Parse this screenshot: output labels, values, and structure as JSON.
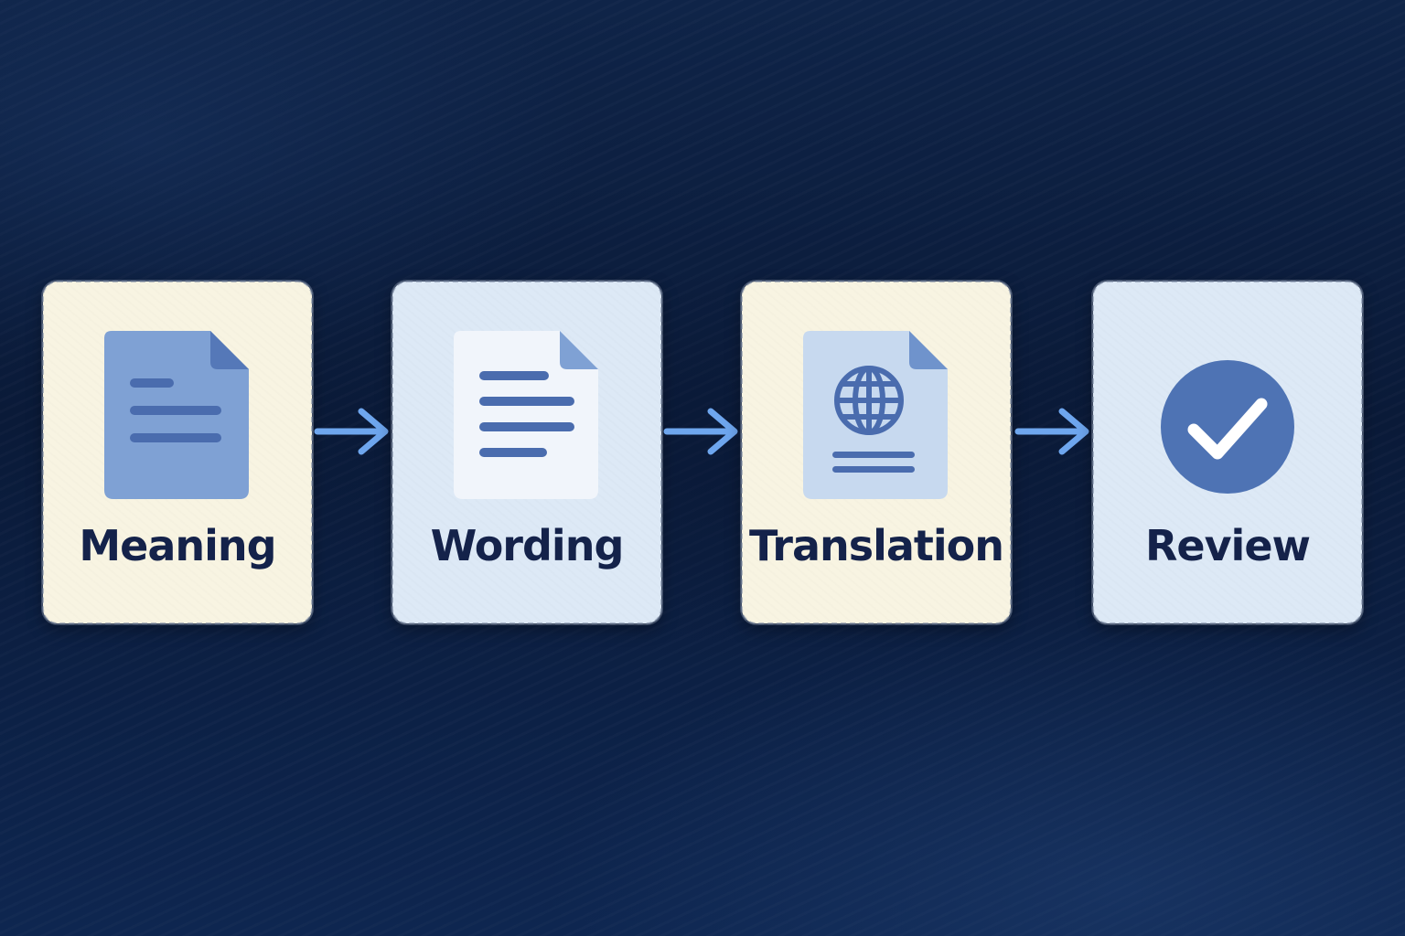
{
  "steps": [
    {
      "label": "Meaning",
      "icon": "document-lines-icon"
    },
    {
      "label": "Wording",
      "icon": "document-lines-icon"
    },
    {
      "label": "Translation",
      "icon": "globe-document-icon"
    },
    {
      "label": "Review",
      "icon": "checkmark-circle-icon"
    }
  ],
  "colors": {
    "background": "#0d1f3f",
    "card_cream": "#f8f4e2",
    "card_blue": "#dde9f6",
    "icon_blue": "#5c80c0",
    "arrow_blue": "#6ea6ee",
    "label_text": "#14224a"
  }
}
